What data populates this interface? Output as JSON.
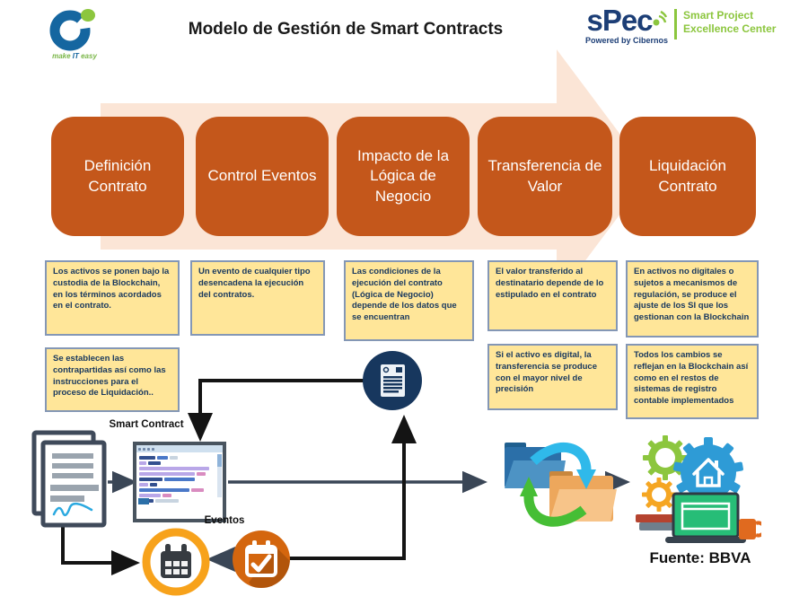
{
  "title": "Modelo de Gestión de Smart Contracts",
  "logo_left": {
    "tag_pre": "make ",
    "tag_it": "IT",
    "tag_post": " easy"
  },
  "logo_right": {
    "wordmark": "sPec",
    "tagline1": "Smart Project",
    "tagline2": "Excellence Center",
    "powered": "Powered by Cibernos"
  },
  "stages": [
    {
      "label": "Definición Contrato"
    },
    {
      "label": "Control Eventos"
    },
    {
      "label": "Impacto de la Lógica de Negocio"
    },
    {
      "label": "Transferencia de Valor"
    },
    {
      "label": "Liquidación Contrato"
    }
  ],
  "notes_row1": [
    "Los activos se ponen bajo la custodia de la Blockchain, en los términos acordados en el contrato.",
    "Un evento de cualquier tipo desencadena la ejecución del contratos.",
    "Las condiciones de la ejecución del contrato (Lógica de Negocio) depende de los datos que se encuentran",
    "El valor transferido al destinatario depende de lo estipulado en el contrato",
    "En activos no digitales o sujetos a mecanismos de regulación, se produce el ajuste de los SI que los gestionan con la Blockchain"
  ],
  "notes_row2": {
    "c1": "Se establecen las contrapartidas así como las instrucciones para el proceso de Liquidación..",
    "c4": "Si el activo es digital, la transferencia se produce con el mayor nivel de precisión",
    "c5": "Todos los cambios se reflejan en la Blockchain así como en el restos de sistemas de registro contable implementados"
  },
  "diagram": {
    "smart_contract_label": "Smart Contract",
    "eventos_label": "Eventos",
    "fuente_label": "Fuente: BBVA"
  },
  "icons": {
    "left_logo": "cibernos-c-logo",
    "right_logo": "spec-logo",
    "documents": "document-stack-icon",
    "smart_contract_window": "code-window-icon",
    "ledger_circle": "document-circle-icon",
    "calendar_ring": "calendar-ring-icon",
    "calendar_check": "calendar-check-icon",
    "folder_sync": "folder-sync-icon",
    "systems": "gears-laptop-icon"
  },
  "colors": {
    "stage_fill": "#C4571B",
    "process_arrow_fill": "#FBE5D6",
    "note_fill": "#FFE699",
    "note_border": "#8497B5",
    "note_text": "#17375E",
    "navy_circle": "#17375E",
    "ring_orange": "#F7A21B",
    "solid_orange": "#D4660E",
    "connector_black": "#141414",
    "connector_slate": "#3A4656",
    "logo_green": "#8CC63E",
    "logo_blue": "#1C3E76"
  }
}
